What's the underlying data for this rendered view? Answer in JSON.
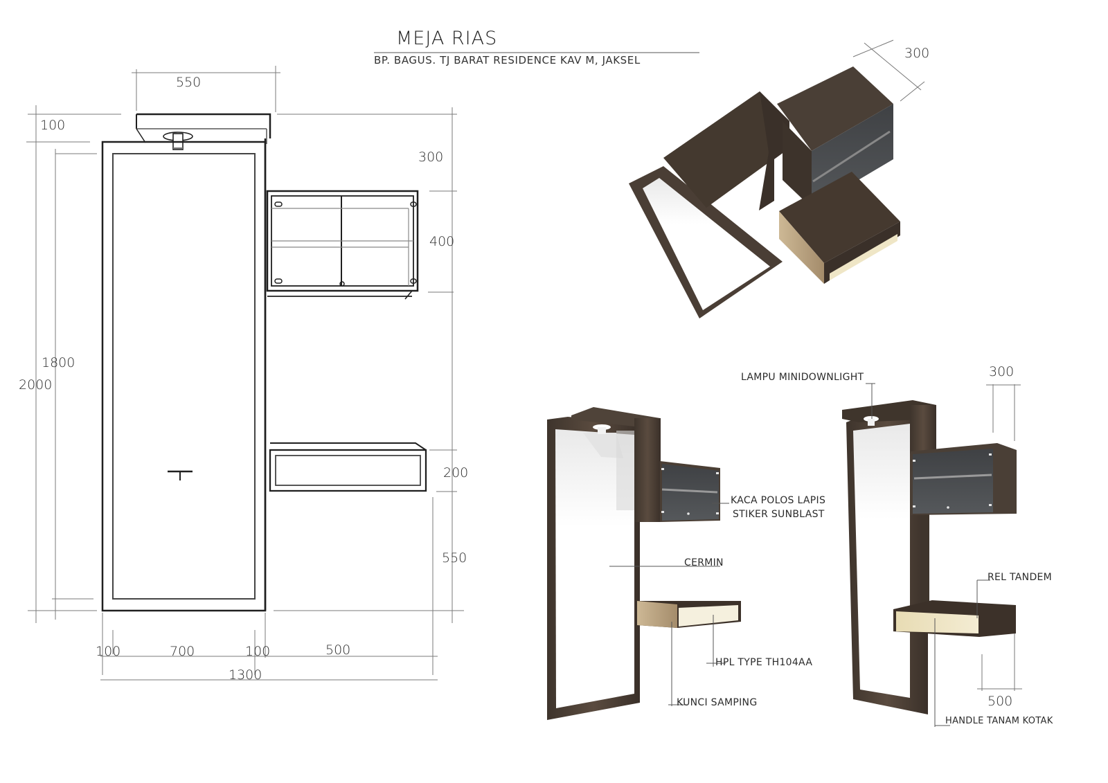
{
  "header": {
    "title": "MEJA RIAS",
    "subtitle": "BP. BAGUS. TJ BARAT RESIDENCE KAV M, JAKSEL"
  },
  "elevation": {
    "dimensions": {
      "top_width": "550",
      "top_height": "100",
      "cabinet_gap_top": "300",
      "cabinet_height": "400",
      "mirror_height": "1800",
      "total_height": "2000",
      "drawer_height": "200",
      "drawer_floor_gap": "550",
      "side_left": "100",
      "mirror_width": "700",
      "side_right": "100",
      "drawer_width": "500",
      "total_width": "1300"
    }
  },
  "top_view": {
    "dimensions": {
      "depth": "300"
    }
  },
  "perspective_left": {
    "annotations": {
      "glass": "KACA POLOS LAPIS",
      "glass_line2": "STIKER SUNBLAST",
      "mirror": "CERMIN",
      "hpl": "HPL TYPE TH104AA",
      "lock": "KUNCI SAMPING"
    }
  },
  "perspective_right": {
    "annotations": {
      "lamp": "LAMPU MINIDOWNLIGHT",
      "rail": "REL TANDEM",
      "handle": "HANDLE TANAM KOTAK"
    },
    "dimensions": {
      "depth": "300",
      "drawer_width": "500"
    }
  },
  "colors": {
    "wood": "#4a3f36",
    "wood_dark": "#362d26",
    "wood_light": "#6b5b4d",
    "glass": "#4b4d50",
    "hpl": "#efe6c6",
    "line": "#333333",
    "dim_line": "#777777"
  }
}
